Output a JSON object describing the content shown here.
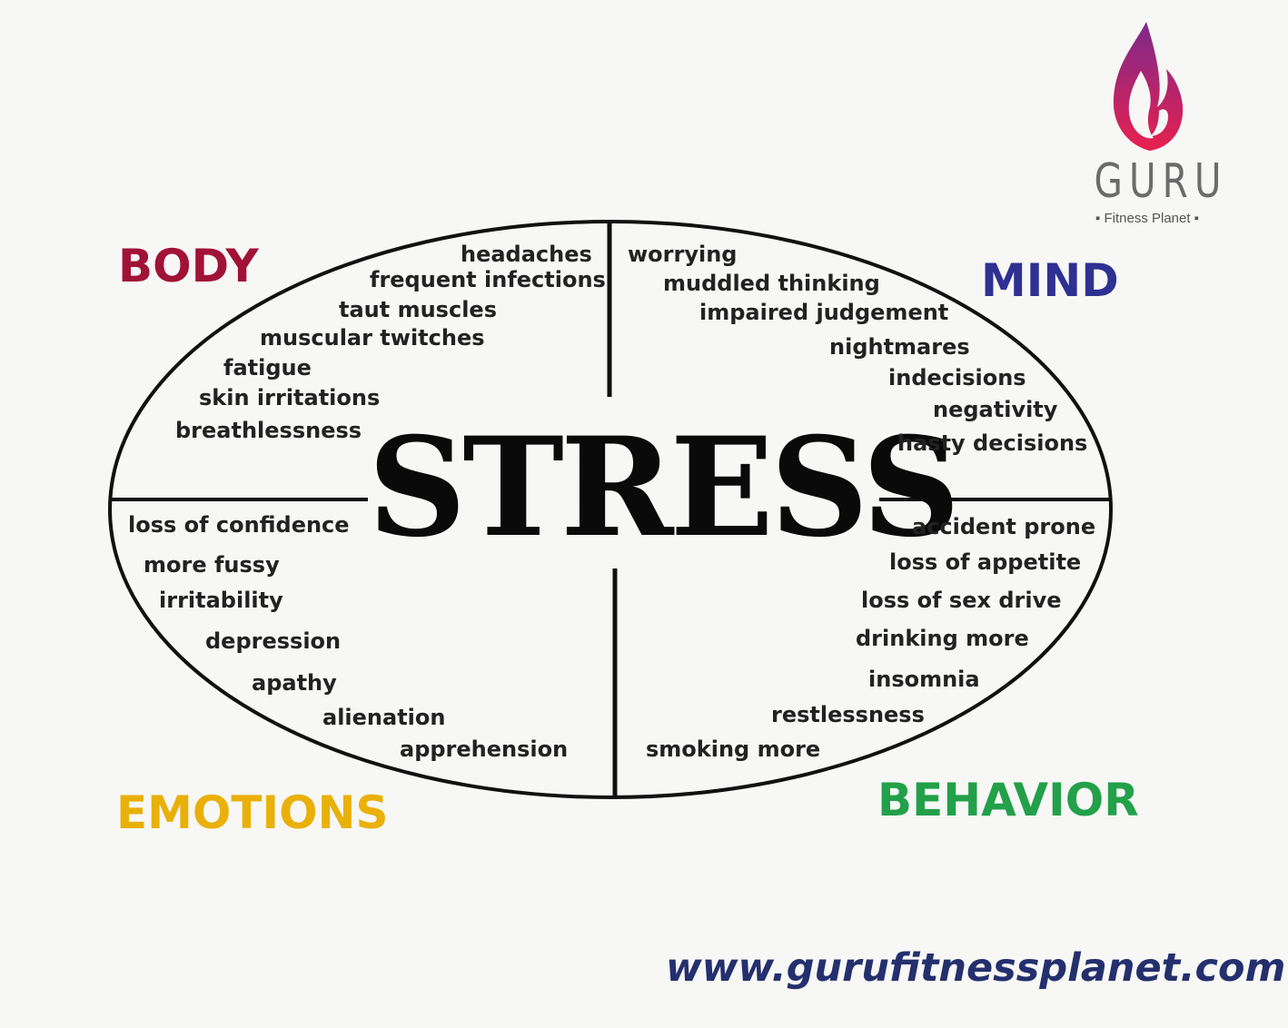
{
  "title": "STRESS",
  "colors": {
    "body": "#a11237",
    "mind": "#2e3192",
    "emotions": "#e9b008",
    "behavior": "#23a04a",
    "website": "#24306d",
    "logo_flame_top": "#7c2a8c",
    "logo_flame_bottom": "#e8204e"
  },
  "categories": {
    "body": {
      "label": "BODY",
      "items": [
        "headaches",
        "frequent infections",
        "taut muscles",
        "muscular twitches",
        "fatigue",
        "skin irritations",
        "breathlessness"
      ]
    },
    "mind": {
      "label": "MIND",
      "items": [
        "worrying",
        "muddled thinking",
        "impaired judgement",
        "nightmares",
        "indecisions",
        "negativity",
        "hasty decisions"
      ]
    },
    "emotions": {
      "label": "EMOTIONS",
      "items": [
        "loss of confidence",
        "more fussy",
        "irritability",
        "depression",
        "apathy",
        "alienation",
        "apprehension"
      ]
    },
    "behavior": {
      "label": "BEHAVIOR",
      "items": [
        "accident prone",
        "loss of appetite",
        "loss of sex drive",
        "drinking more",
        "insomnia",
        "restlessness",
        "smoking more"
      ]
    }
  },
  "logo": {
    "icon": "flame-icon",
    "word": "GURU",
    "subtitle": "▪ Fitness Planet ▪"
  },
  "website": "www.gurufitnessplanet.com"
}
